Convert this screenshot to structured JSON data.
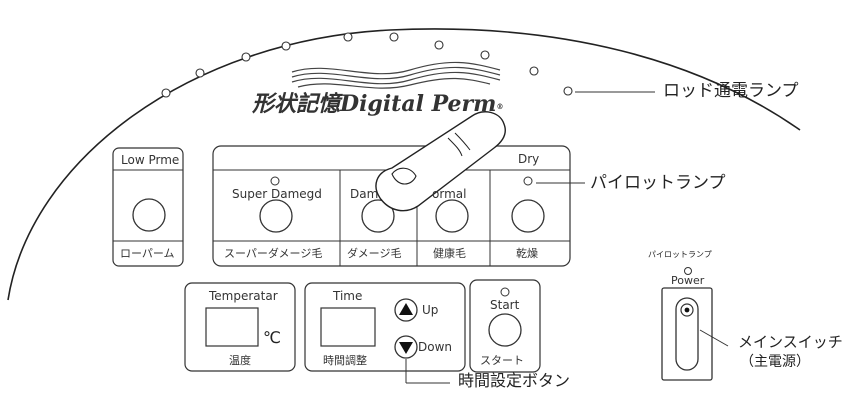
{
  "brand": {
    "title": "形状記憶Digital Perm",
    "mark": "®"
  },
  "callouts": {
    "rod_lamp": "ロッド通電ランプ",
    "pilot_lamp": "パイロットランプ",
    "main_switch": "メインスイッチ",
    "main_switch_note": "（主電源）",
    "time_set_button": "時間設定ボタン"
  },
  "modes": {
    "low_perm": {
      "label": "Low Prme",
      "sub": "ローパーム"
    },
    "super_damaged": {
      "label": "Super Damegd",
      "sub": "スーパーダメージ毛"
    },
    "damaged": {
      "label": "Dam",
      "sub": "ダメージ毛"
    },
    "normal": {
      "label": "ormal",
      "sub": "健康毛"
    },
    "dry": {
      "label": "Dry",
      "sub": "乾燥"
    }
  },
  "temperature": {
    "label": "Temperatar",
    "unit": "℃",
    "sub": "温度"
  },
  "time": {
    "label": "Time",
    "up_label": "Up",
    "down_label": "Down",
    "sub": "時間調整"
  },
  "start": {
    "label": "Start",
    "sub": "スタート"
  },
  "power": {
    "pilot_label": "パイロットランプ",
    "label": "Power"
  },
  "icons": {
    "up": "triangle-up-icon",
    "down": "triangle-down-icon"
  }
}
